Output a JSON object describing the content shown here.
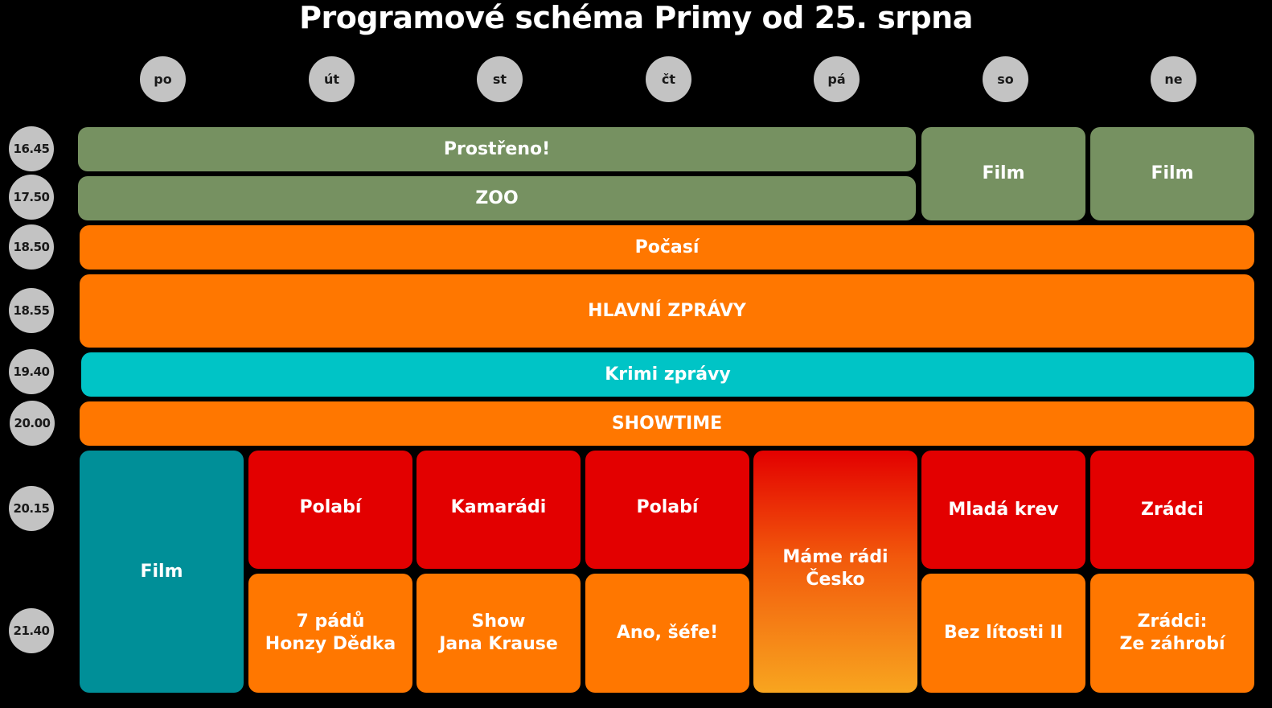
{
  "title": "Programové schéma Primy od 25. srpna",
  "days": [
    "po",
    "út",
    "st",
    "čt",
    "pá",
    "so",
    "ne"
  ],
  "times": [
    "16.45",
    "17.50",
    "18.50",
    "18.55",
    "19.40",
    "20.00",
    "20.15",
    "21.40"
  ],
  "programs": {
    "prostreno": "Prostřeno!",
    "zoo": "ZOO",
    "film_so": "Film",
    "film_ne": "Film",
    "pocasi": "Počasí",
    "hlavni_zpravy": "HLAVNÍ ZPRÁVY",
    "krimi_zpravy": "Krimi zprávy",
    "showtime": "SHOWTIME",
    "film_po": "Film",
    "polabi_ut": "Polabí",
    "kamaradi_st": "Kamarádi",
    "polabi_ct": "Polabí",
    "mame_radi_cesko": [
      "Máme rádi",
      "Česko"
    ],
    "mlada_krev_so": "Mladá krev",
    "zradci_ne": "Zrádci",
    "sedm_padu_ut": [
      "7 pádů",
      "Honzy Dědka"
    ],
    "show_jana_krause_st": [
      "Show",
      "Jana Krause"
    ],
    "ano_sefe_ct": "Ano, šéfe!",
    "bez_litosti_so": "Bez lítosti II",
    "zradci_zahrobi_ne": [
      "Zrádci:",
      "Ze záhrobí"
    ]
  },
  "colors": {
    "background": "#000000",
    "green": "#769161",
    "orange": "#ff7700",
    "cyan": "#00c4c6",
    "teal": "#008f98",
    "red": "#e30000",
    "circle": "#c3c3c3"
  }
}
